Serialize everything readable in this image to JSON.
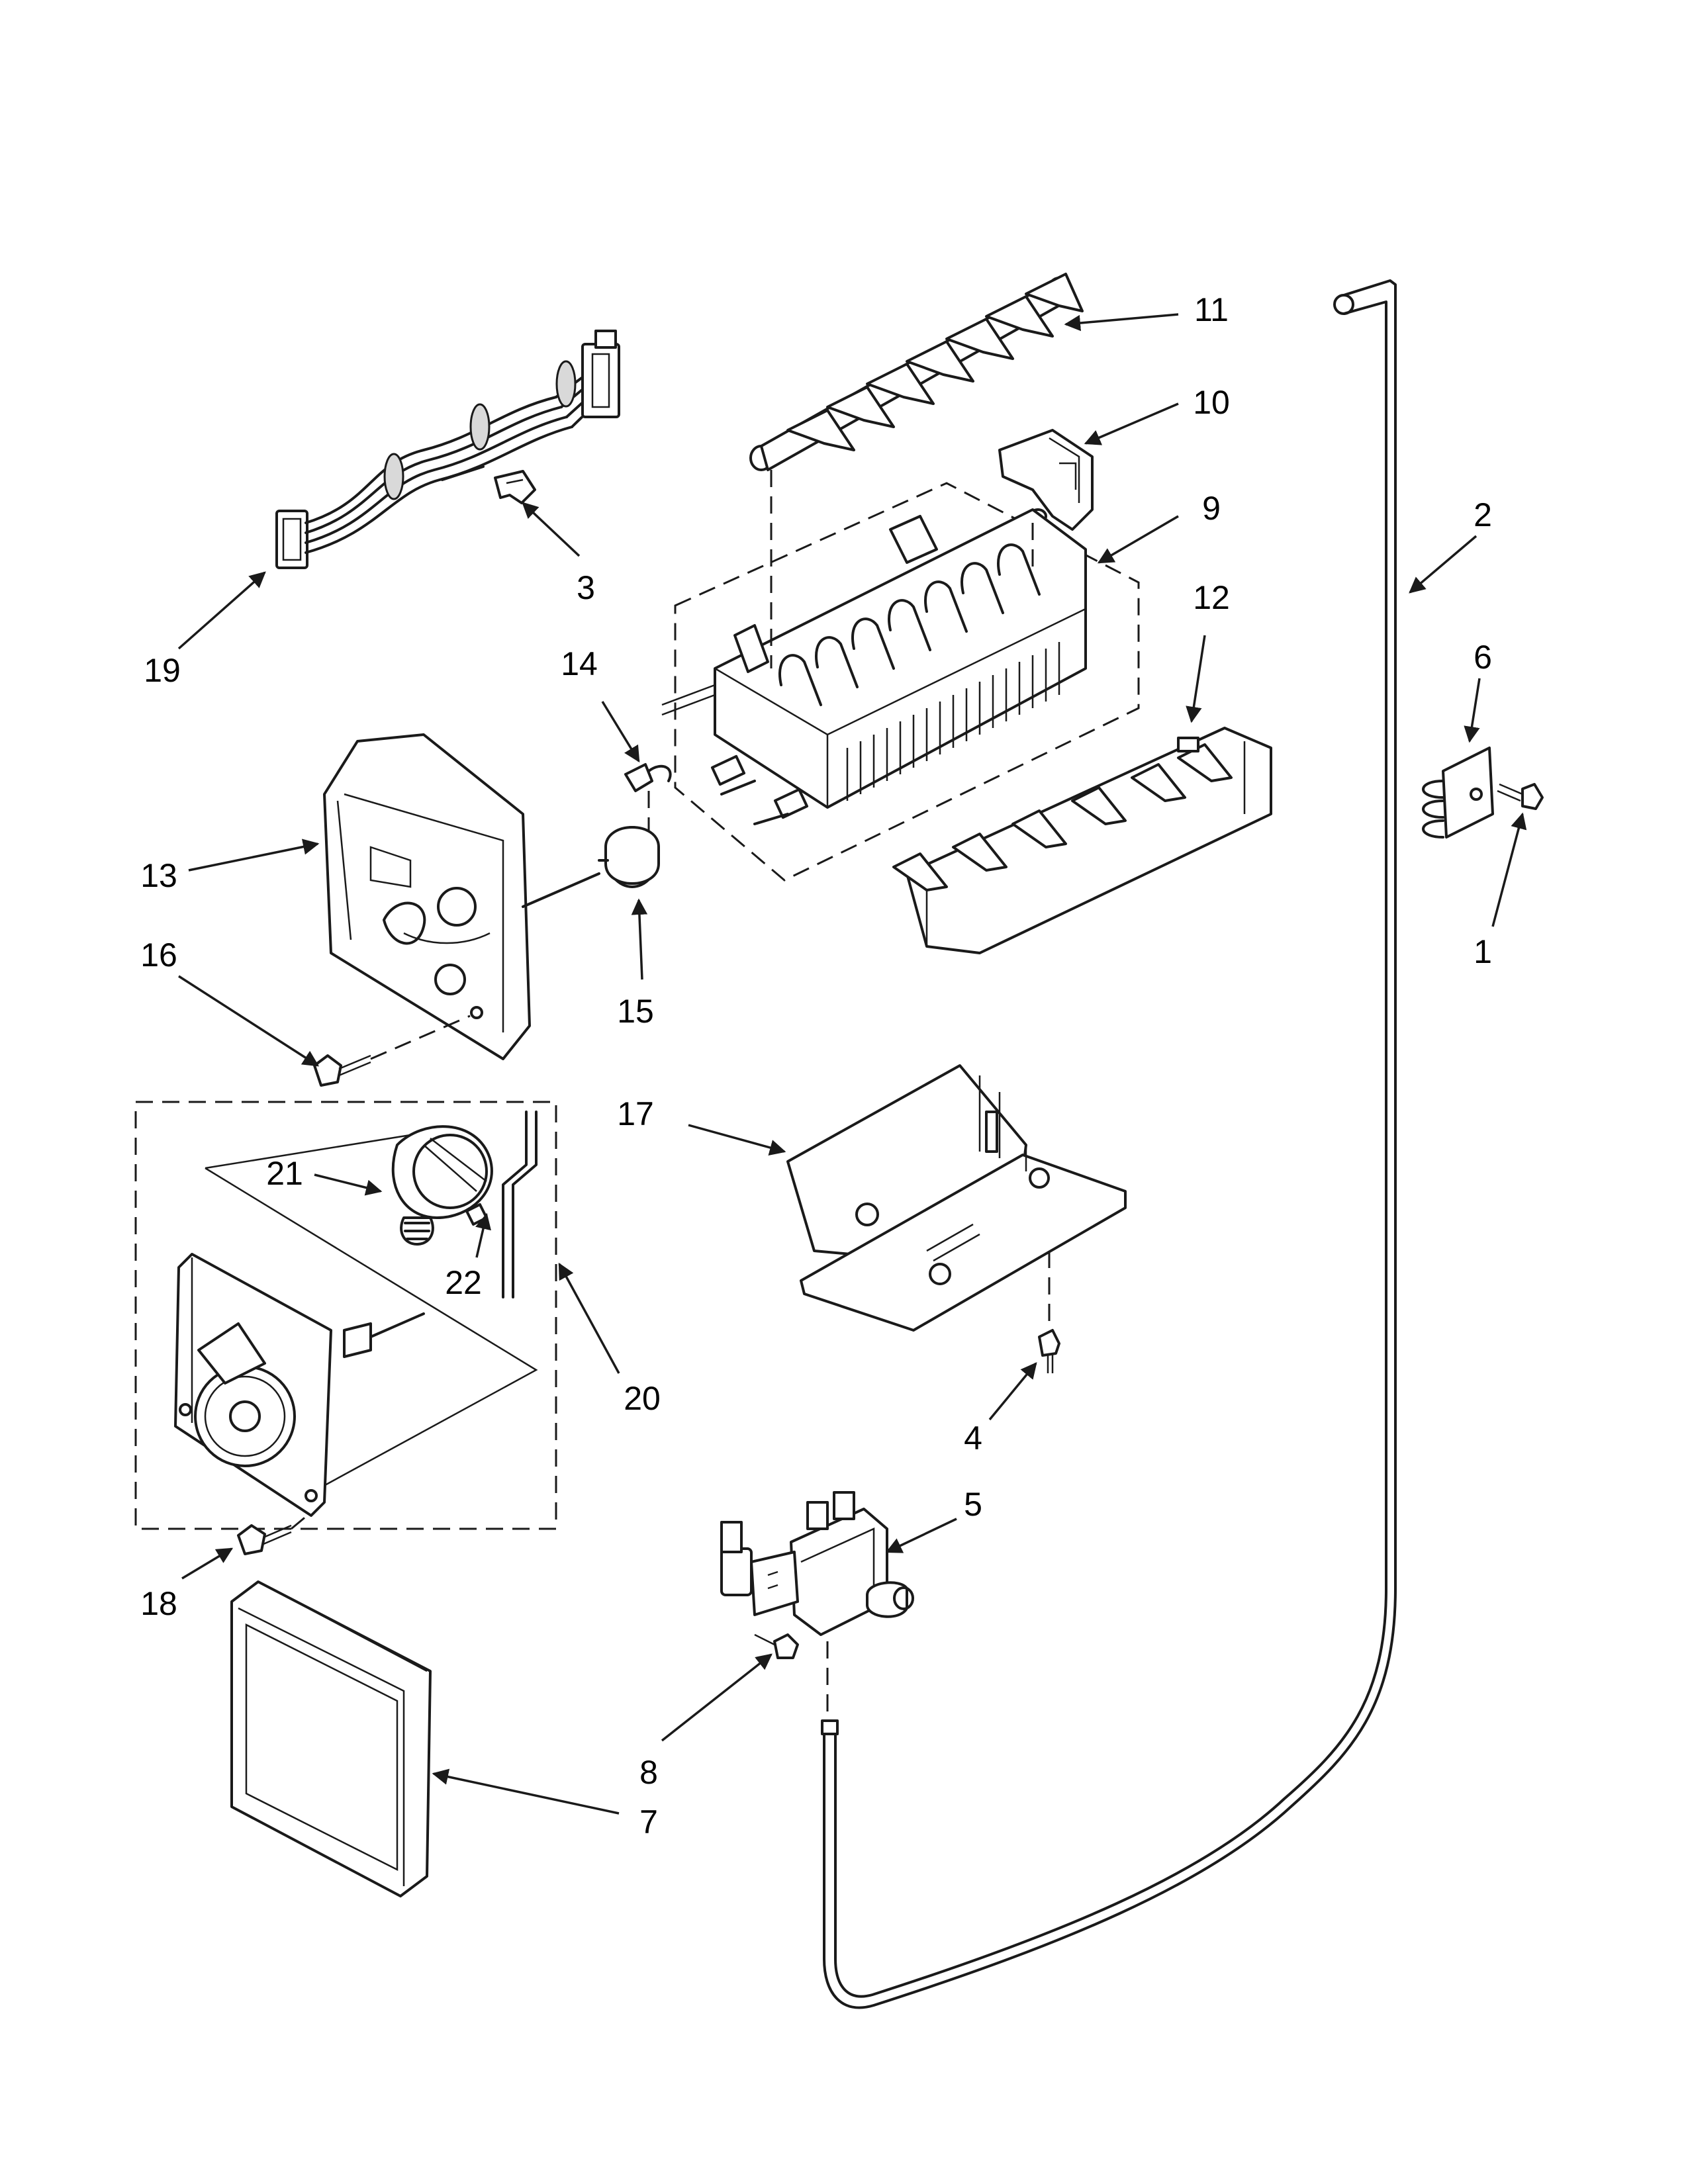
{
  "callouts": {
    "c1": "1",
    "c2": "2",
    "c3": "3",
    "c4": "4",
    "c5": "5",
    "c6": "6",
    "c7": "7",
    "c8": "8",
    "c9": "9",
    "c10": "10",
    "c11": "11",
    "c12": "12",
    "c13": "13",
    "c14": "14",
    "c15": "15",
    "c16": "16",
    "c17": "17",
    "c18": "18",
    "c19": "19",
    "c20": "20",
    "c21": "21",
    "c22": "22"
  },
  "colors": {
    "line": "#1a1a1a",
    "background": "#ffffff",
    "shade": "#d9d9d9"
  }
}
